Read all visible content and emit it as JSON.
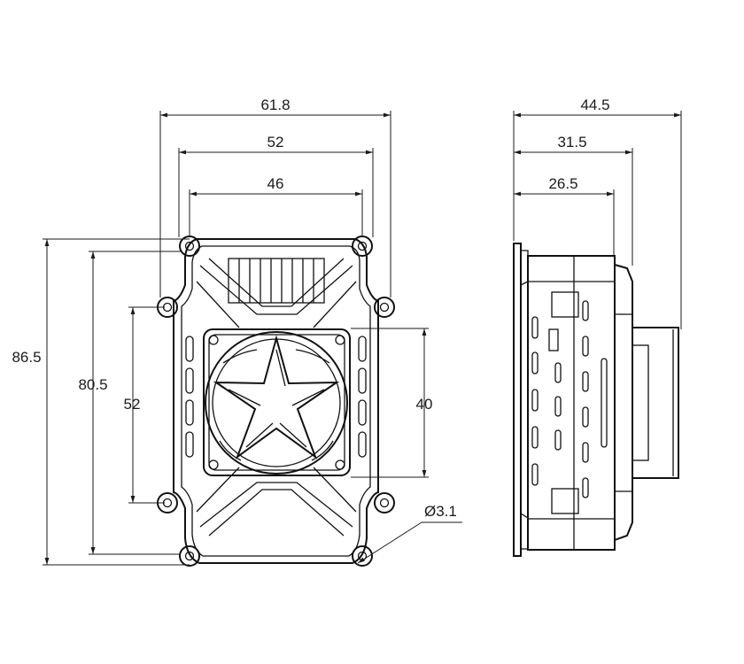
{
  "diagram": {
    "front_view": {
      "width_overall": "61.8",
      "width_mounting": "52",
      "width_top_holes": "46",
      "height_overall": "86.5",
      "height_mounting": "80.5",
      "height_side_holes": "52",
      "fan_size": "40",
      "hole_diameter": "Ø3.1"
    },
    "side_view": {
      "depth_overall": "44.5",
      "depth_body": "31.5",
      "depth_heatsink": "26.5"
    }
  }
}
